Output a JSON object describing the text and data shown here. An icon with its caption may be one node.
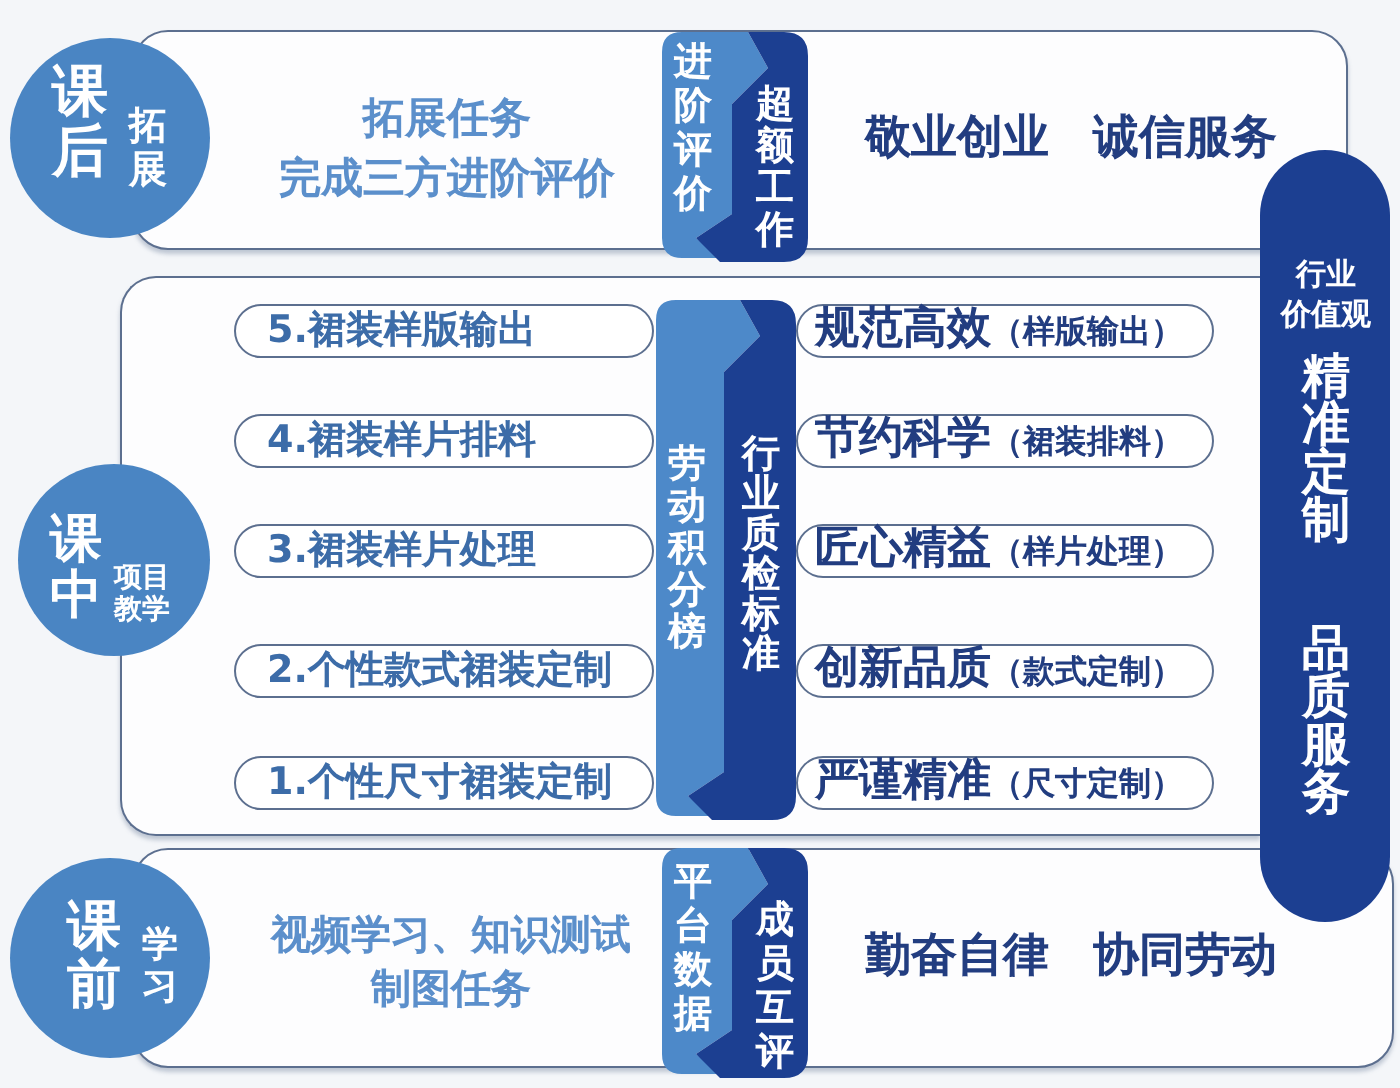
{
  "diagram": {
    "nodes": [
      {
        "text": [
          "课后",
          "拓展"
        ]
      },
      {
        "text": [
          "拓展任务完成三方进阶评价",
          "敬业创业 诚信服务"
        ]
      },
      {
        "text": [
          "进阶评价"
        ],
        "in": 1
      },
      {
        "text": [
          "超额工作"
        ],
        "in": 1
      },
      {
        "text": [
          "课中",
          "项目教学"
        ]
      },
      {
        "text": [],
        "shape": "box"
      },
      {
        "text": [
          "5.裙装样版输出"
        ],
        "in": 5
      },
      {
        "text": [
          "4.裙装样片排料"
        ],
        "in": 5
      },
      {
        "text": [
          "3.裙装样片处理"
        ],
        "in": 5
      },
      {
        "text": [
          "2.个性款式裙装定制"
        ],
        "in": 5
      },
      {
        "text": [
          "1.个性尺寸裙装定制"
        ],
        "in": 5
      },
      {
        "text": [
          "劳动积分榜"
        ],
        "in": 5
      },
      {
        "text": [
          "行业质检标准"
        ],
        "in": 5
      },
      {
        "text": [
          "规范高效",
          "（样版输出）"
        ],
        "in": 5
      },
      {
        "text": [
          "节约科学",
          "（裙装排料）"
        ],
        "in": 5
      },
      {
        "text": [
          "匠心精益",
          "（样片处理）"
        ],
        "in": 5
      },
      {
        "text": [
          "创新品质",
          "（款式定制）"
        ],
        "in": 5
      },
      {
        "text": [
          "严谨精准",
          "（尺寸定制）"
        ],
        "in": 5
      },
      {
        "text": [
          "课前",
          "学习"
        ]
      },
      {
        "text": [
          "视频学习、知识测试制图任务",
          "勤奋自律 协同劳动"
        ]
      },
      {
        "text": [
          "平台数据"
        ],
        "in": 19
      },
      {
        "text": [
          "成员互评"
        ],
        "in": 19
      },
      {
        "text": [
          "行业价值观",
          "精准定制",
          "品质服务"
        ]
      }
    ]
  }
}
